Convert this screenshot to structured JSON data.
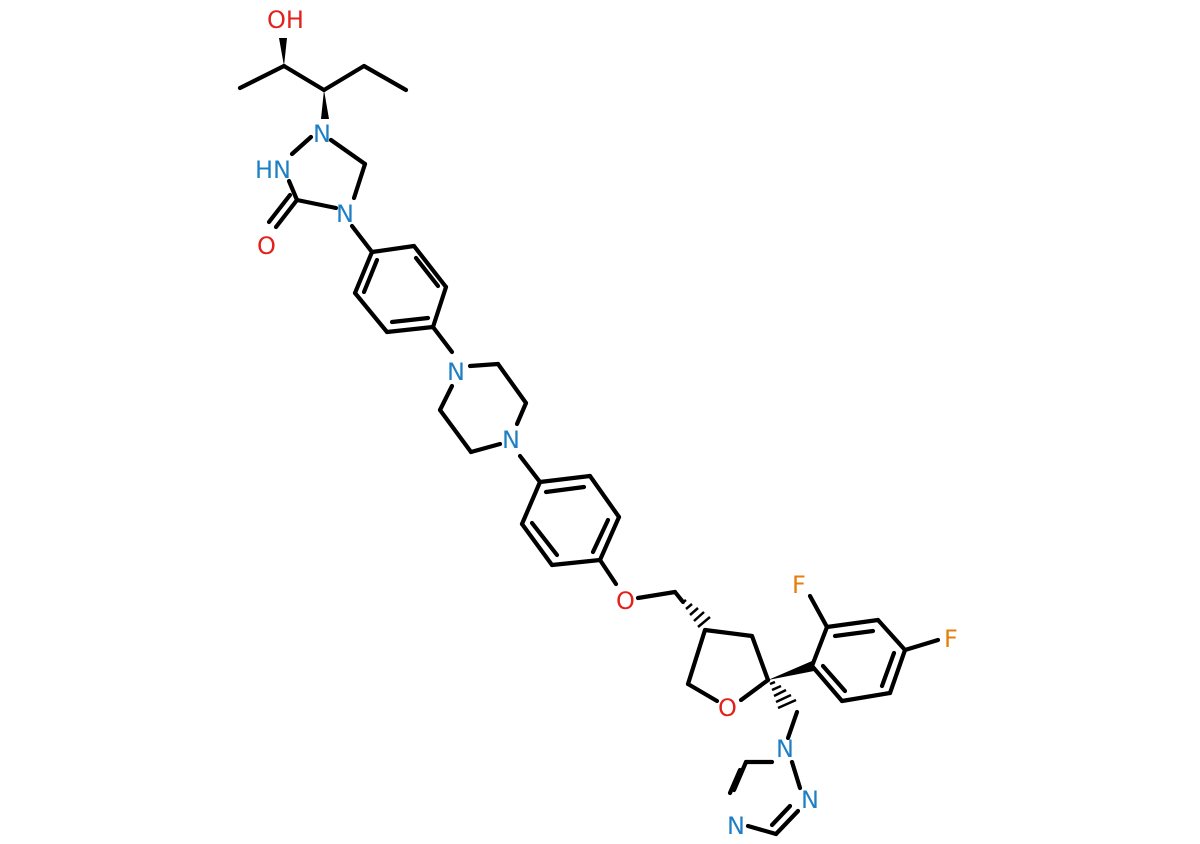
{
  "colors": {
    "bond": "#000000",
    "N": "#1f7fc4",
    "O": "#e3201b",
    "F": "#e47f0c",
    "background": "#ffffff"
  },
  "atom_labels": {
    "hydroxyl": "OH",
    "triazolone_n1": "N",
    "triazolone_nh": "HN",
    "triazolone_n4": "N",
    "carbonyl_o": "O",
    "piperazine_n_top": "N",
    "piperazine_n_bottom": "N",
    "ether_o": "O",
    "thf_o": "O",
    "fluorine_ortho": "F",
    "fluorine_para": "F",
    "triazole_n1": "N",
    "triazole_n2": "N",
    "triazole_n4": "N"
  }
}
